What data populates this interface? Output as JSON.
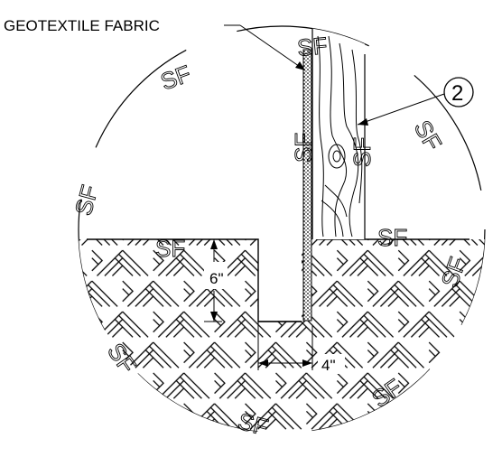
{
  "callouts": {
    "fabric_label": "GEOTEXTILE FABRIC",
    "detail_number": "2"
  },
  "dimensions": {
    "trench_depth": "6\"",
    "trench_width": "4\""
  },
  "silt_fence_symbol": "SF",
  "colors": {
    "line": "#000000",
    "background": "#ffffff"
  }
}
